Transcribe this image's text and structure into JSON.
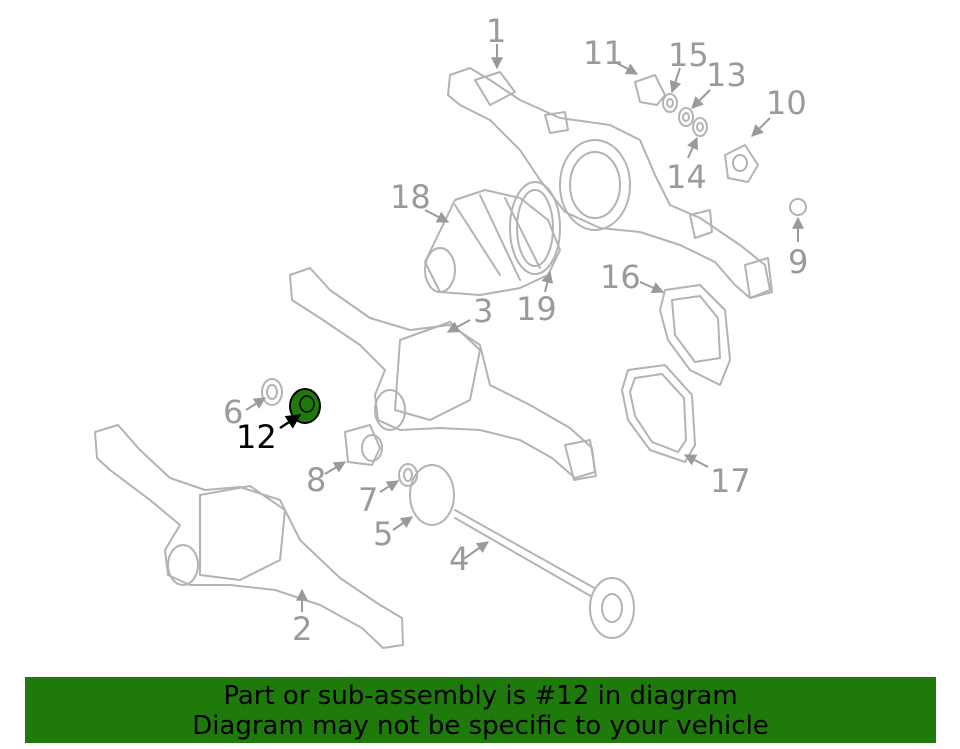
{
  "diagram": {
    "callouts": [
      {
        "id": "1",
        "label": "1"
      },
      {
        "id": "2",
        "label": "2"
      },
      {
        "id": "3",
        "label": "3"
      },
      {
        "id": "4",
        "label": "4"
      },
      {
        "id": "5",
        "label": "5"
      },
      {
        "id": "6",
        "label": "6"
      },
      {
        "id": "7",
        "label": "7"
      },
      {
        "id": "8",
        "label": "8"
      },
      {
        "id": "9",
        "label": "9"
      },
      {
        "id": "10",
        "label": "10"
      },
      {
        "id": "11",
        "label": "11"
      },
      {
        "id": "12",
        "label": "12"
      },
      {
        "id": "13",
        "label": "13"
      },
      {
        "id": "14",
        "label": "14"
      },
      {
        "id": "15",
        "label": "15"
      },
      {
        "id": "16",
        "label": "16"
      },
      {
        "id": "17",
        "label": "17"
      },
      {
        "id": "18",
        "label": "18"
      },
      {
        "id": "19",
        "label": "19"
      }
    ],
    "highlighted_part": "12",
    "highlight_color": "#1f7a0c",
    "part_line_color": "#b3b3b3"
  },
  "banner": {
    "line1": "Part or sub-assembly is #12 in diagram",
    "line2": "Diagram may not be specific to your vehicle",
    "background": "#1f7a0c"
  }
}
